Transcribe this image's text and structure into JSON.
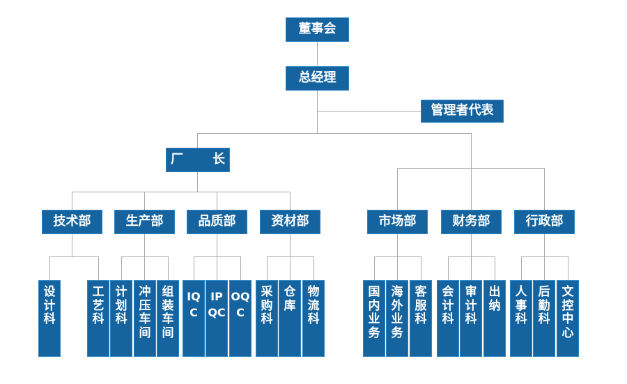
{
  "chart_meta": {
    "type": "org-chart",
    "title": "组织架构图",
    "box_fill": "#15639f",
    "box_border": "#2d86c4",
    "text_color": "#ffffff",
    "line_color": "#a9a9a9",
    "background": "#ffffff"
  },
  "nodes": {
    "board": "董事会",
    "general_manager": "总经理",
    "management_rep": "管理者代表",
    "plant_director": "厂　长"
  },
  "departments": {
    "technical": "技术部",
    "production": "生产部",
    "quality": "品质部",
    "materials": "资材部",
    "marketing": "市场部",
    "finance": "财务部",
    "administration": "行政部"
  },
  "units": {
    "design": "设计科",
    "process": "工艺科",
    "planning": "计划科",
    "stamping_workshop": "冲压车间",
    "assembly_workshop": "组装车间",
    "iqc": "IQC",
    "ipqc": "IPQC",
    "oqc": "OQC",
    "purchasing": "采购科",
    "warehouse": "仓库",
    "logistics": "物流科",
    "domestic_business": "国内业务",
    "overseas_business": "海外业务",
    "customer_service": "客服科",
    "accounting": "会计科",
    "audit": "审计科",
    "cashier": "出纳",
    "personnel": "人事科",
    "general_affairs": "后勤科",
    "document_control": "文控中心"
  }
}
